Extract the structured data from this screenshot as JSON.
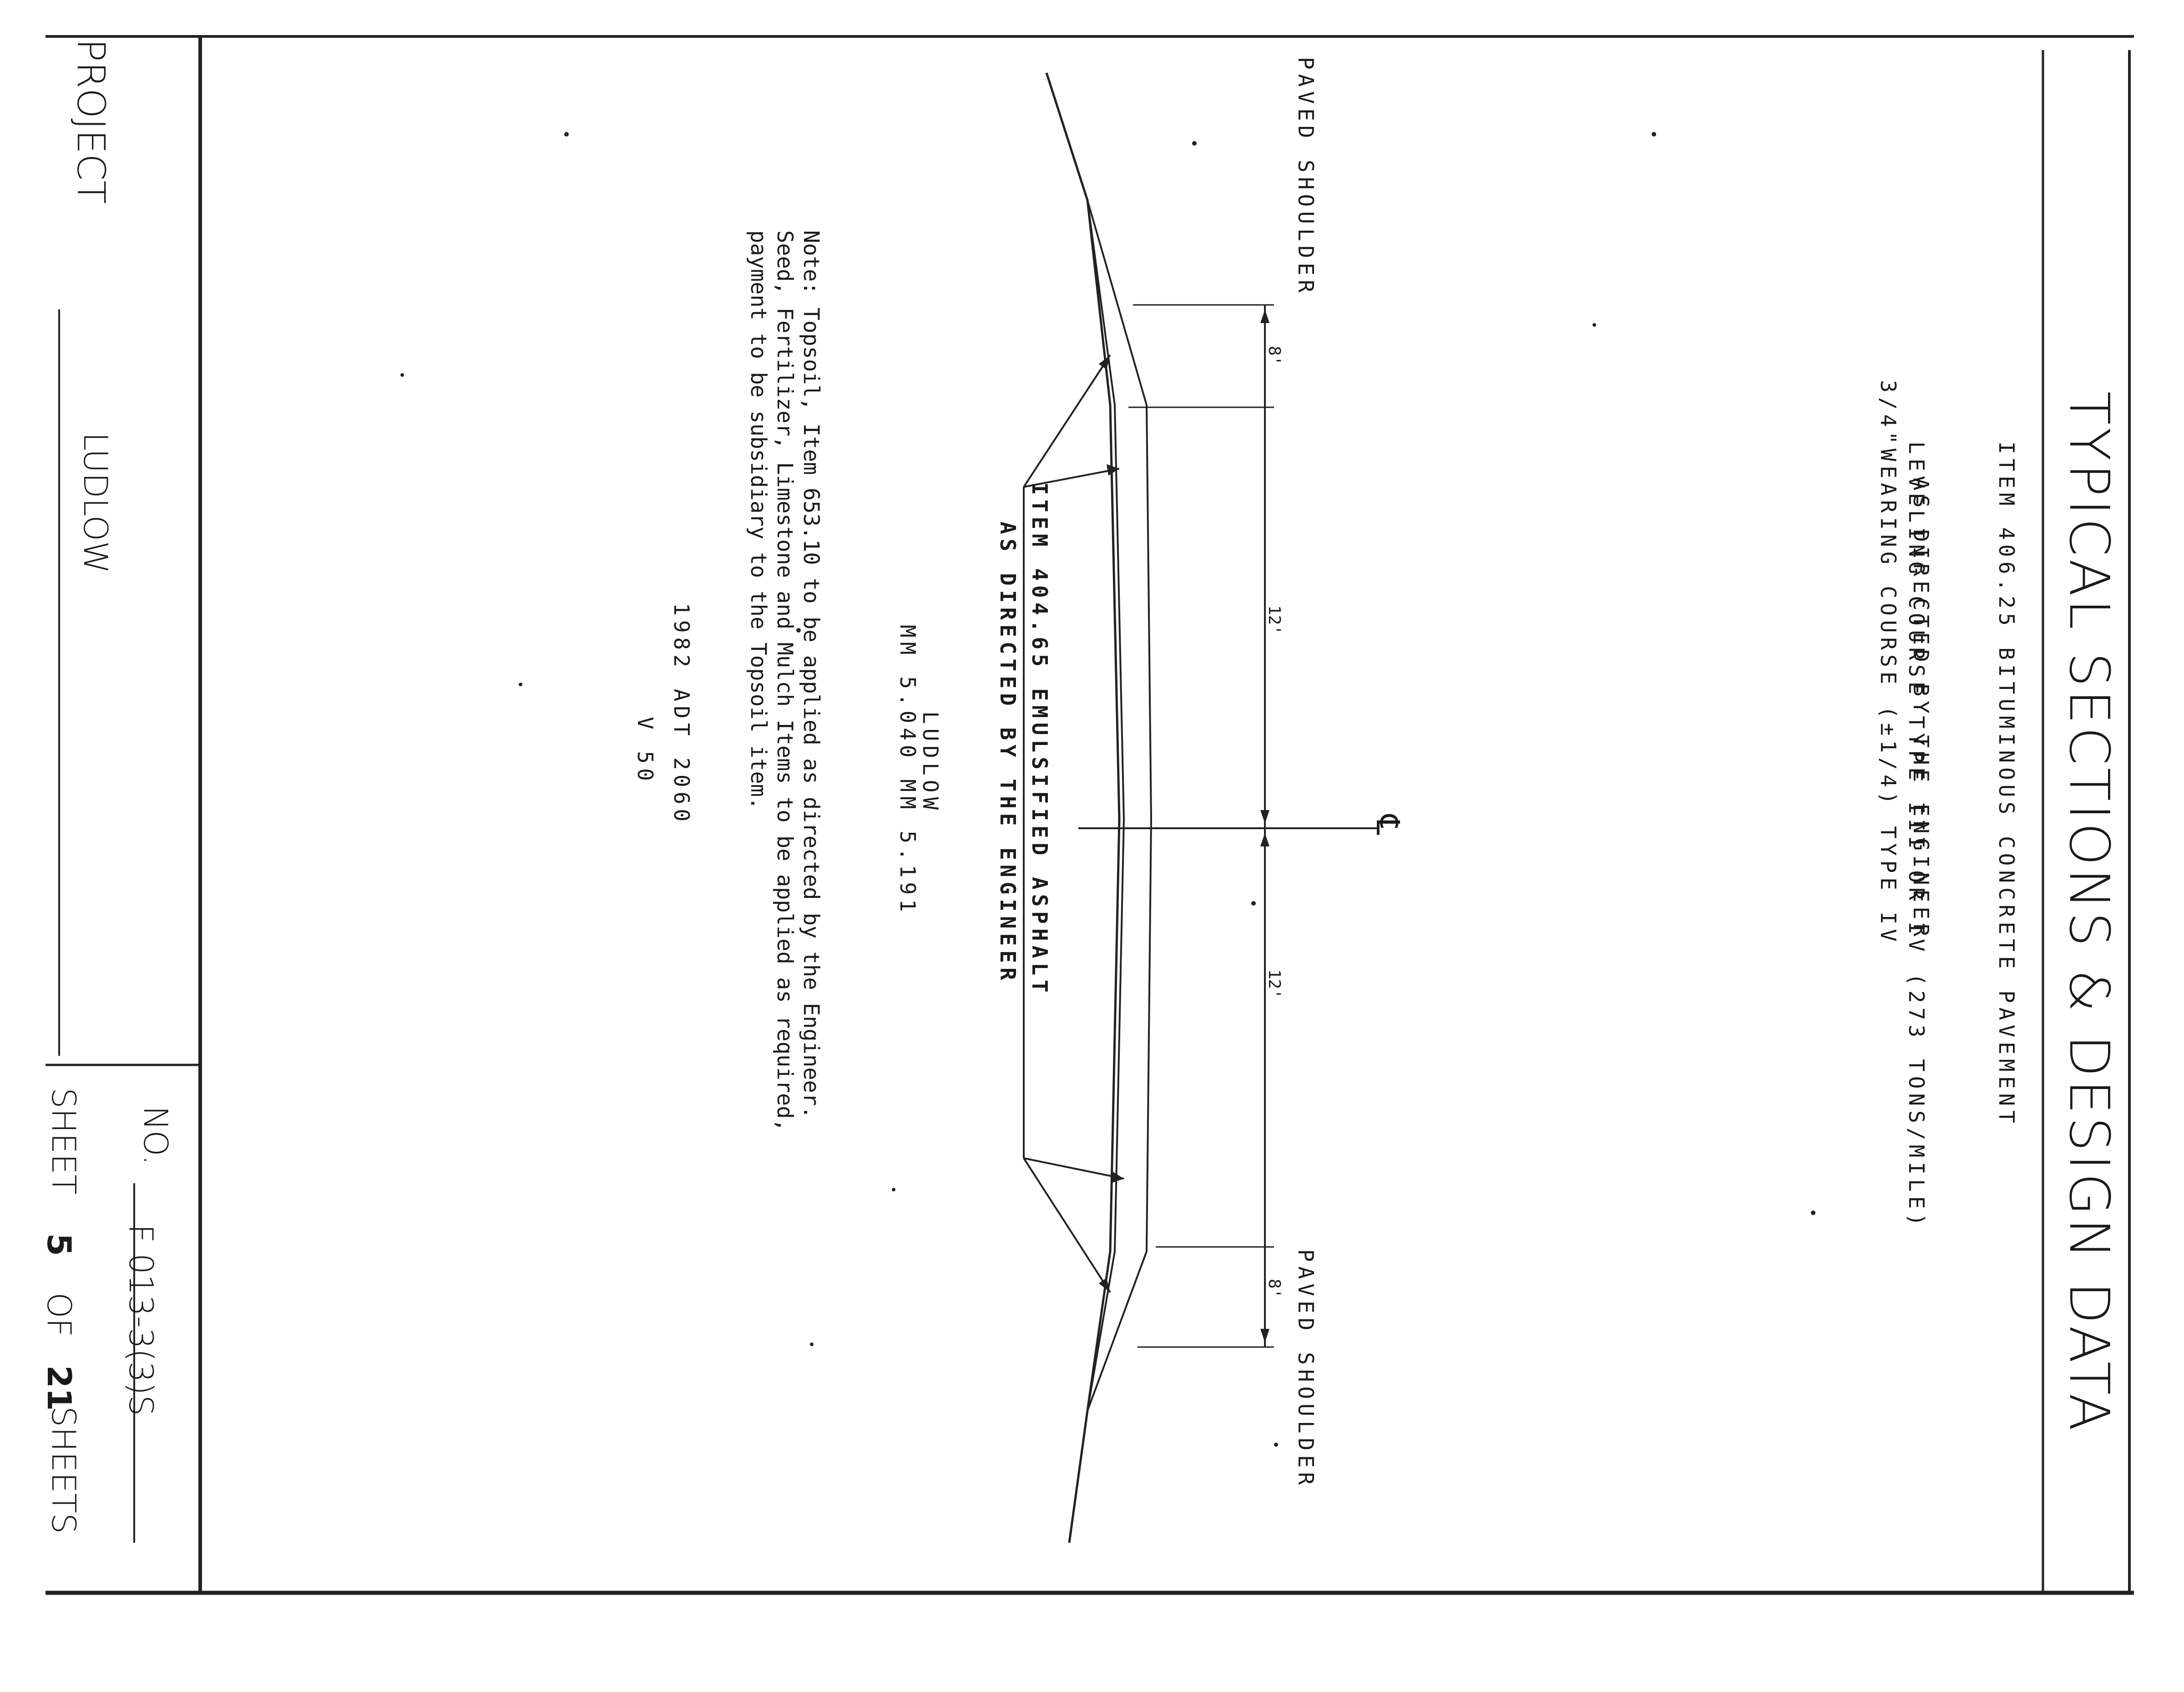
{
  "title": "TYPICAL SECTIONS & DESIGN DATA",
  "item_block": {
    "lines": [
      "ITEM 406.25 BITUMINOUS CONCRETE PAVEMENT",
      "LEVELING COURSE TYPE III OR IV (273 TONS/MILE)",
      "AS DIRECTED BY THE ENGINEER",
      "3/4\"WEARING COURSE (±1/4) TYPE IV"
    ]
  },
  "section": {
    "shoulder_left_label": "PAVED SHOULDER",
    "shoulder_right_label": "PAVED SHOULDER",
    "centerline_symbol": "℄",
    "dims": [
      "8'",
      "12'",
      "12'",
      "8'"
    ],
    "asphalt_item_lines": [
      "ITEM 404.65 EMULSIFIED ASPHALT",
      "AS DIRECTED BY THE ENGINEER"
    ]
  },
  "design_data": {
    "location": "LUDLOW",
    "mileposts": "MM 5.040 MM 5.191",
    "adt": "1982 ADT 2060",
    "v": "V 50"
  },
  "note": {
    "lines": [
      "Note:  Topsoil, Item 653.10 to be applied as directed by the Engineer.",
      "Seed, Fertilizer, Limestone and Mulch Items to be applied as required,",
      "payment to be subsidiary to the Topsoil item."
    ]
  },
  "title_block": {
    "project_label": "PROJECT",
    "project_value": "LUDLOW",
    "no_label": "NO.",
    "no_value": "F 013-3(3)S",
    "sheet_label": "SHEET",
    "sheet_number": "5",
    "of_label": "OF",
    "total_sheets": "21",
    "sheets_label": "SHEETS"
  }
}
